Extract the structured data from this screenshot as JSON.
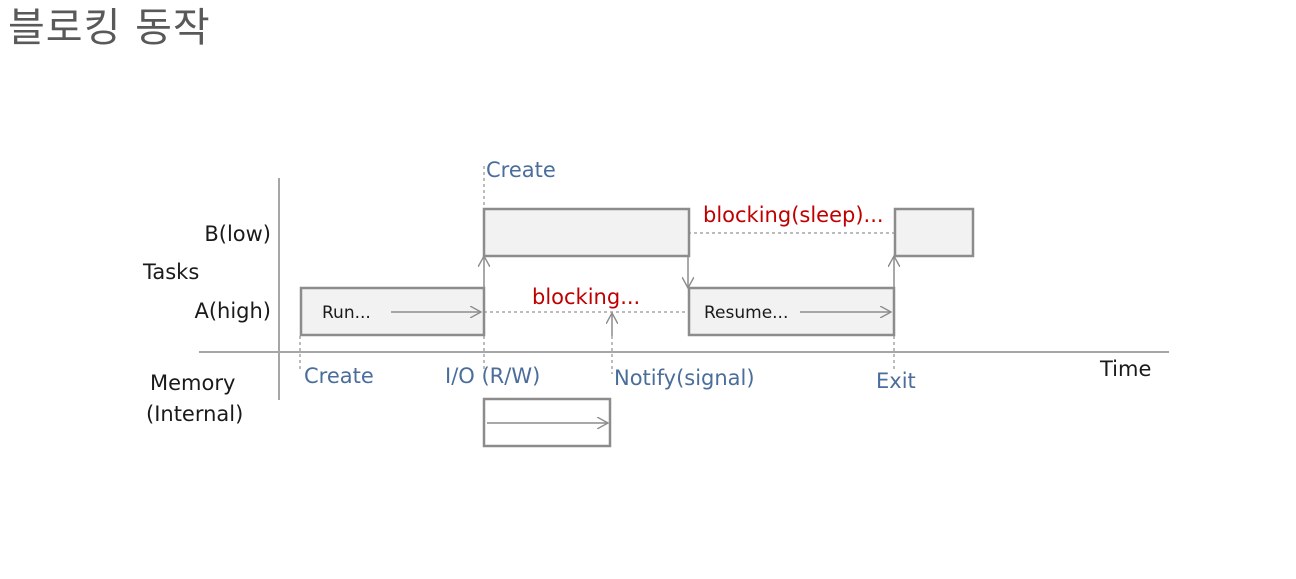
{
  "page": {
    "title": "블로킹 동작"
  },
  "diagram": {
    "axis": {
      "y_label": "Tasks",
      "x_label": "Time"
    },
    "rows": {
      "task_b": "B(low)",
      "task_a": "A(high)",
      "memory_line1": "Memory",
      "memory_line2": "(Internal)"
    },
    "events": {
      "create_b": "Create",
      "create_a": "Create",
      "io": "I/O (R/W)",
      "notify": "Notify(signal)",
      "exit": "Exit"
    },
    "states": {
      "run": "Run...",
      "resume": "Resume...",
      "blocking": "blocking...",
      "blocking_sleep": "blocking(sleep)..."
    },
    "colors": {
      "event_label": "#4a6d9c",
      "blocking_label": "#c00000",
      "box_fill": "#f2f2f2",
      "box_stroke": "#8c8c8c"
    }
  }
}
